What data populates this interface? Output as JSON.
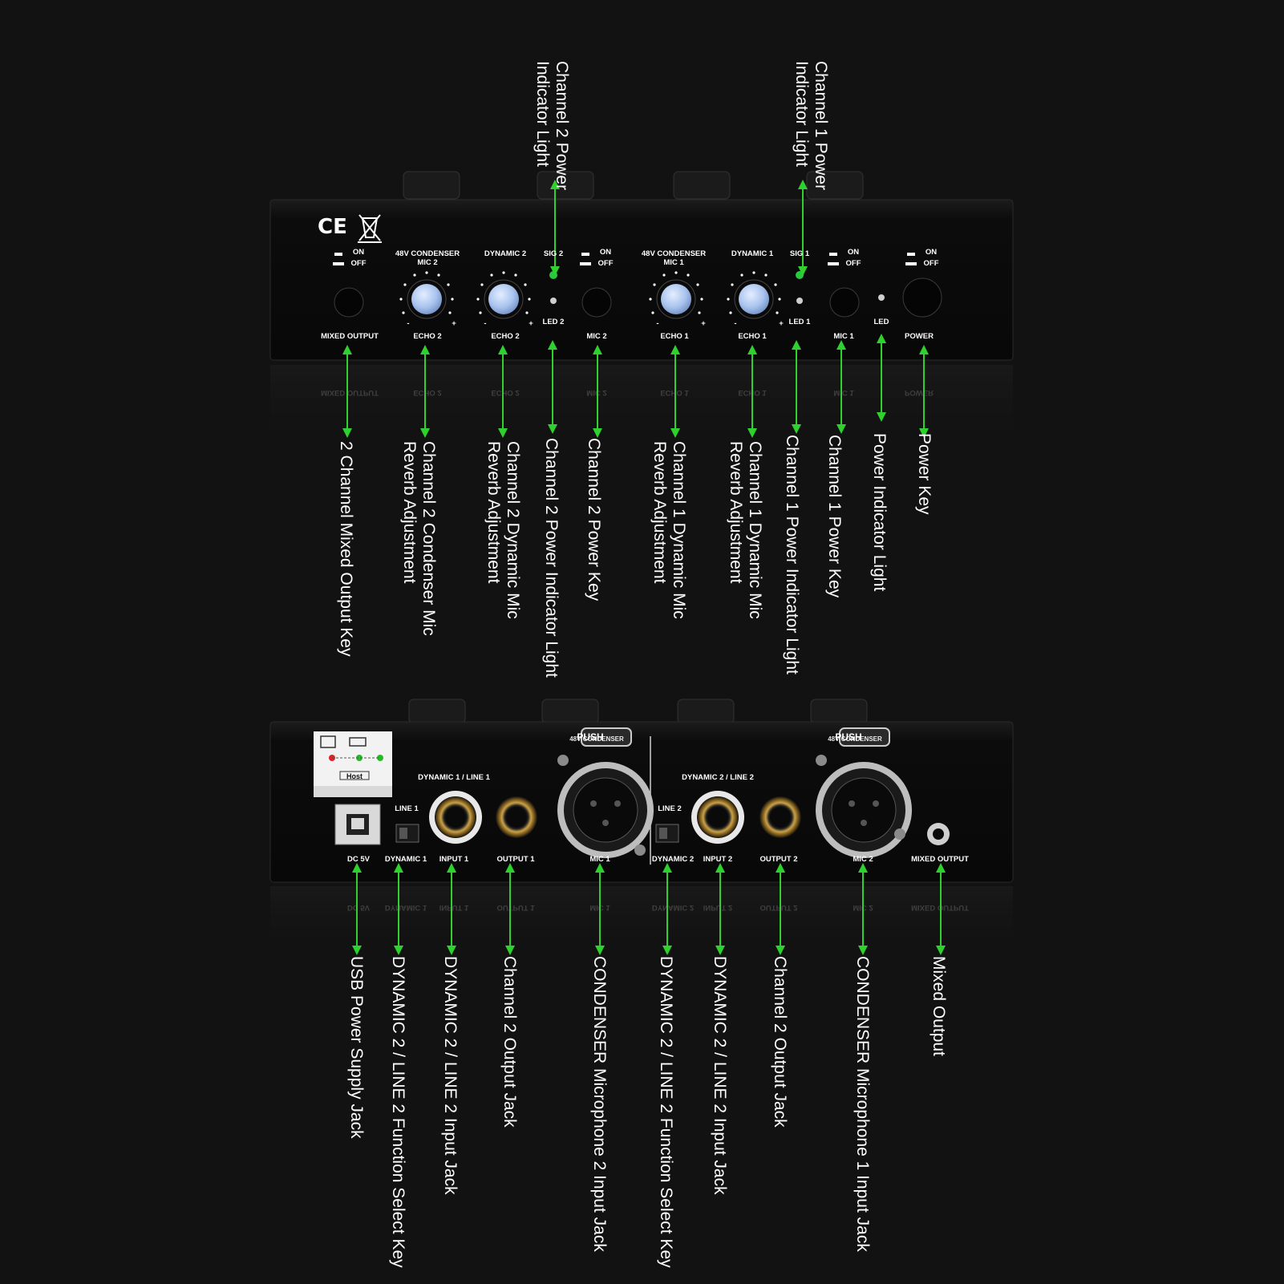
{
  "colors": {
    "background": "#121212",
    "panel": "#0b0b0b",
    "knob_cap": "#a9c3ee",
    "indicator_arrow": "#2fd12f",
    "led_green": "#27c93f"
  },
  "front_panel": {
    "marks": {
      "ce": "CE",
      "weee": "weee-bin-icon"
    },
    "switch": {
      "on": "ON",
      "off": "OFF"
    },
    "labels": {
      "mic2_title": "48V CONDENSER MIC 2",
      "dyn2_title": "DYNAMIC 2",
      "sig2": "SIG 2",
      "mic1_title": "48V CONDENSER MIC 1",
      "dyn1_title": "DYNAMIC 1",
      "sig1": "SIG 1",
      "mixed_output": "MIXED OUTPUT",
      "echo2_a": "ECHO 2",
      "echo2_b": "ECHO 2",
      "led2": "LED 2",
      "mic2": "MIC 2",
      "echo1_a": "ECHO 1",
      "echo1_b": "ECHO 1",
      "led1": "LED 1",
      "mic1": "MIC 1",
      "led": "LED",
      "power": "POWER",
      "minus": "-",
      "plus": "+"
    }
  },
  "back_panel": {
    "labels": {
      "dyn_line1_title": "DYNAMIC 1 / LINE 1",
      "dyn_line2_title": "DYNAMIC 2 / LINE 2",
      "line1": "LINE 1",
      "line2": "LINE 2",
      "dc5v": "DC 5V",
      "dynamic1": "DYNAMIC 1",
      "input1": "INPUT 1",
      "output1": "OUTPUT 1",
      "mic1": "MIC 1",
      "dynamic2": "DYNAMIC 2",
      "input2": "INPUT 2",
      "output2": "OUTPUT 2",
      "mic2": "MIC 2",
      "mixed_output": "MIXED OUTPUT",
      "push": "PUSH",
      "xlr_title_1": "48V CONDENSER",
      "xlr_title_2": "48V CONDENSER",
      "host": "Host"
    }
  },
  "callouts": {
    "top": [
      {
        "id": "ch2-power-indicator-top",
        "text": "Channel 2 Power\nIndicator Light"
      },
      {
        "id": "ch1-power-indicator-top",
        "text": "Channel 1 Power\nIndicator Light"
      }
    ],
    "front_bottom": [
      {
        "id": "mixed-output-key",
        "text": "2 Channel Mixed Output Key"
      },
      {
        "id": "ch2-condenser-reverb",
        "text": "Channel 2 Condenser Mic\nReverb Adjustment"
      },
      {
        "id": "ch2-dynamic-reverb",
        "text": "Channel 2 Dynamic Mic\nReverb Adjustment"
      },
      {
        "id": "ch2-power-indicator",
        "text": "Channel 2 Power Indicator Light"
      },
      {
        "id": "ch2-power-key",
        "text": "Channel 2 Power Key"
      },
      {
        "id": "ch1-dynamic-reverb-a",
        "text": "Channel 1 Dynamic Mic\nReverb Adjustment"
      },
      {
        "id": "ch1-dynamic-reverb-b",
        "text": "Channel 1 Dynamic Mic\nReverb Adjustment"
      },
      {
        "id": "ch1-power-indicator",
        "text": "Channel 1 Power Indicator Light"
      },
      {
        "id": "ch1-power-key",
        "text": "Channel 1 Power Key"
      },
      {
        "id": "power-indicator",
        "text": "Power Indicator Light"
      },
      {
        "id": "power-key",
        "text": "Power Key"
      }
    ],
    "back_bottom": [
      {
        "id": "usb-power-jack",
        "text": "USB Power Supply Jack"
      },
      {
        "id": "dyn2-line2-select-a",
        "text": "DYNAMIC 2 / LINE 2 Function Select Key"
      },
      {
        "id": "dyn2-line2-input-a",
        "text": "DYNAMIC 2 / LINE 2 Input Jack"
      },
      {
        "id": "ch2-output-a",
        "text": "Channel 2 Output Jack"
      },
      {
        "id": "condenser-mic2-input",
        "text": "CONDENSER Microphone 2 Input Jack"
      },
      {
        "id": "dyn2-line2-select-b",
        "text": "DYNAMIC 2 / LINE 2 Function Select Key"
      },
      {
        "id": "dyn2-line2-input-b",
        "text": "DYNAMIC 2 / LINE 2 Input Jack"
      },
      {
        "id": "ch2-output-b",
        "text": "Channel 2 Output Jack"
      },
      {
        "id": "condenser-mic1-input",
        "text": "CONDENSER Microphone 1 Input Jack"
      },
      {
        "id": "mixed-output",
        "text": "Mixed Output"
      }
    ]
  }
}
